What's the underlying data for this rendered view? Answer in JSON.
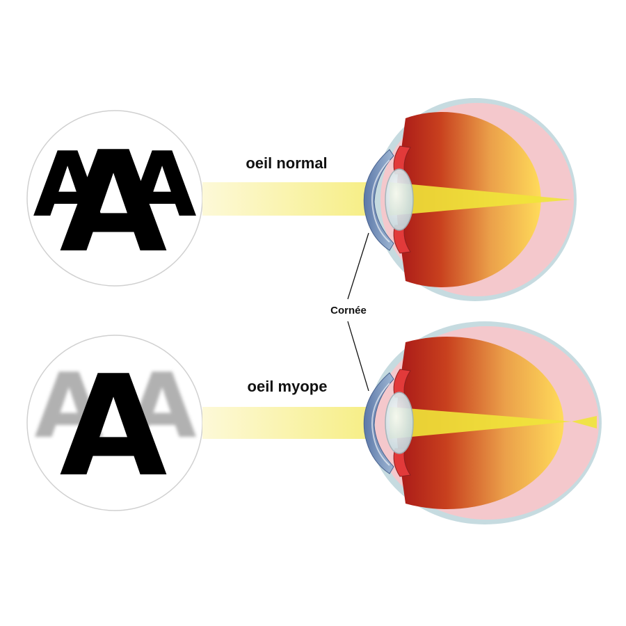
{
  "labels": {
    "normal": "oeil normal",
    "myope": "oeil myope",
    "cornea": "Cornée"
  },
  "letters": {
    "normal_left": "A",
    "normal_center": "A",
    "normal_right": "A",
    "myope_left": "A",
    "myope_center": "A",
    "myope_right": "A"
  },
  "colors": {
    "beam": "#f2e61e",
    "letter_sharp": "#000000",
    "letter_blurred": "#a9a9a9",
    "eye_inner_dark": "#b01c1c",
    "eye_inner_light": "#ffd655",
    "sclera": "#c6dbe0"
  }
}
